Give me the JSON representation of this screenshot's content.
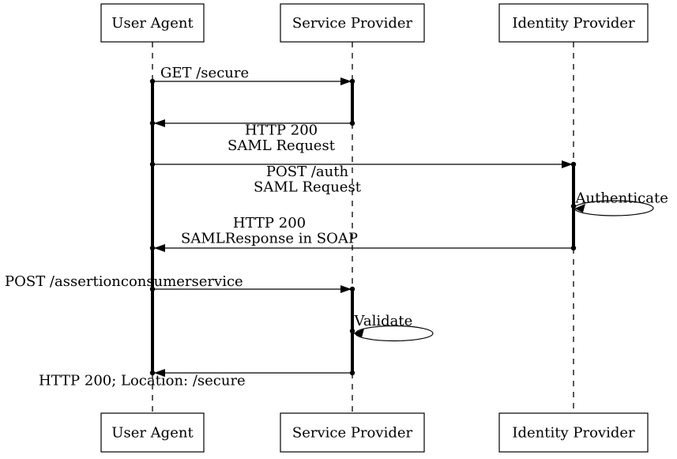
{
  "diagram": {
    "type": "uml-sequence",
    "subject": "SAML web browser SSO flow",
    "colors": {
      "stroke": "#000000",
      "background": "#ffffff"
    }
  },
  "actors": [
    {
      "label": "User Agent"
    },
    {
      "label": "Service Provider"
    },
    {
      "label": "Identity Provider"
    }
  ],
  "messages": [
    {
      "kind": "call",
      "from": "User Agent",
      "to": "Service Provider",
      "lines": [
        "GET /secure"
      ]
    },
    {
      "kind": "return",
      "from": "Service Provider",
      "to": "User Agent",
      "lines": [
        "HTTP 200",
        "SAML Request"
      ]
    },
    {
      "kind": "call",
      "from": "User Agent",
      "to": "Identity Provider",
      "lines": [
        "POST /auth",
        "SAML Request"
      ]
    },
    {
      "kind": "self",
      "from": "Identity Provider",
      "to": "Identity Provider",
      "lines": [
        "Authenticate"
      ]
    },
    {
      "kind": "return",
      "from": "Identity Provider",
      "to": "User Agent",
      "lines": [
        "HTTP 200",
        "SAMLResponse in SOAP"
      ]
    },
    {
      "kind": "call",
      "from": "User Agent",
      "to": "Service Provider",
      "lines": [
        "POST /assertionconsumerservice"
      ]
    },
    {
      "kind": "self",
      "from": "Service Provider",
      "to": "Service Provider",
      "lines": [
        "Validate"
      ]
    },
    {
      "kind": "return",
      "from": "Service Provider",
      "to": "User Agent",
      "lines": [
        "HTTP 200; Location: /secure"
      ]
    }
  ]
}
